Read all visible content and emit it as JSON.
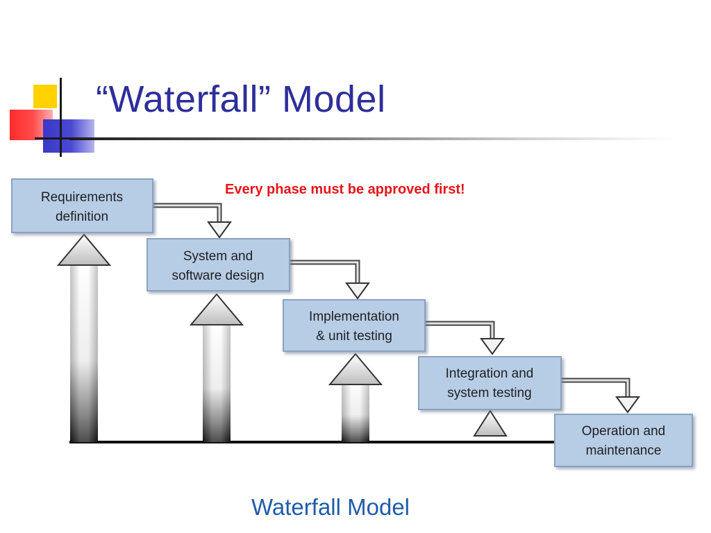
{
  "slide": {
    "title": "“Waterfall” Model",
    "note": "Every phase must be approved first!"
  },
  "diagram": {
    "phases": [
      {
        "line1": "Requirements",
        "line2": "definition"
      },
      {
        "line1": "System and",
        "line2": "software design"
      },
      {
        "line1": "Implementation",
        "line2": "& unit testing"
      },
      {
        "line1": "Integration and",
        "line2": "system testing"
      },
      {
        "line1": "Operation and",
        "line2": "maintenance"
      }
    ],
    "caption": "Waterfall Model"
  },
  "colors": {
    "title": "#2e2e9a",
    "note": "#e8141a",
    "box_fill": "#b7cde6",
    "caption": "#1e5ca8"
  }
}
